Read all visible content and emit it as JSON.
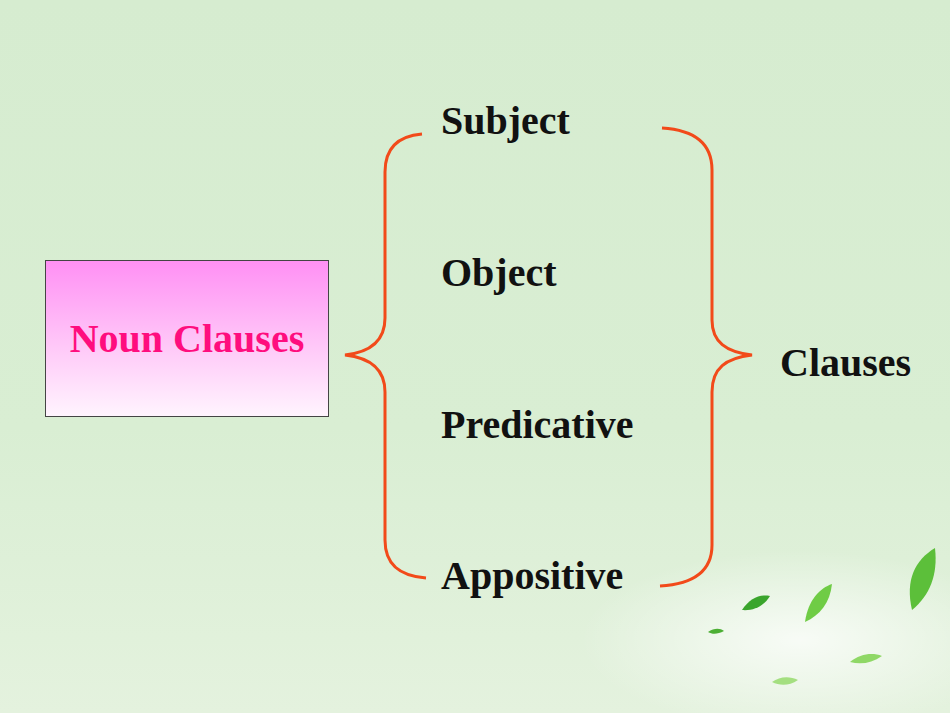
{
  "diagram": {
    "nodes": [
      {
        "text": [
          "Noun Clauses"
        ]
      }
    ],
    "labels": [
      "Subject",
      "Object",
      "Predicative",
      "Appositive",
      "Clauses"
    ]
  }
}
